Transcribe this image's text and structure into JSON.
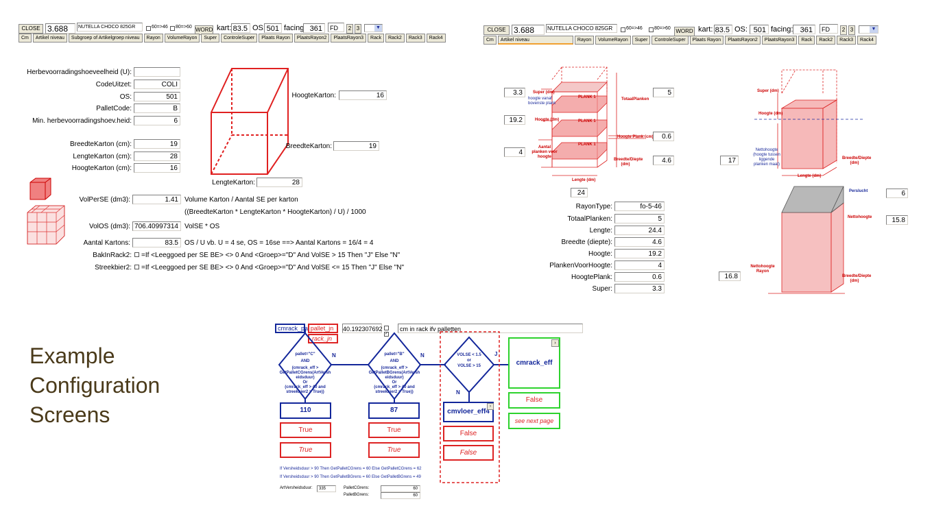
{
  "caption": [
    "Example",
    "Configuration",
    "Screens"
  ],
  "screen1": {
    "toolbar": {
      "close": "CLOSE",
      "value": "3.688",
      "product": "NUTELLA CHOCO 825GR",
      "chk1": "60=>46",
      "chk2": "80=>60",
      "word": "WORD",
      "kart_label": "kart:",
      "kart_value": "83.5",
      "os_label": "OS:",
      "os_value": "501",
      "facing_label": "facing:",
      "facing_value": "361",
      "fd": "FD",
      "n2": "2",
      "n3": "3"
    },
    "tabs": [
      "Cm",
      "Artikel niveau",
      "Subgroep of Artikelgroep niveau",
      "Rayon",
      "VolumeRayon",
      "Super",
      "ControleSuper",
      "Plaats Rayon",
      "PlaatsRayon2",
      "PlaatsRayon3",
      "Rack",
      "Rack2",
      "Rack3",
      "Rack4"
    ],
    "fields": [
      {
        "label": "Herbevoorradingshoeveelheid (U):",
        "value": ""
      },
      {
        "label": "CodeUitzet:",
        "value": "COLI"
      },
      {
        "label": "OS:",
        "value": "501"
      },
      {
        "label": "PalletCode:",
        "value": "B"
      },
      {
        "label": "Min. herbevoorradingshoev.heid:",
        "value": "6"
      },
      {
        "label": "BreedteKarton (cm):",
        "value": "19"
      },
      {
        "label": "LengteKarton (cm):",
        "value": "28"
      },
      {
        "label": "HoogteKarton (cm):",
        "value": "16"
      }
    ],
    "box_labels": {
      "hoogte_label": "HoogteKarton:",
      "hoogte_value": "16",
      "breedte_label": "BreedteKarton:",
      "breedte_value": "19",
      "lengte_label": "LengteKarton:",
      "lengte_value": "28"
    },
    "volperse_label": "VolPerSE (dm3):",
    "volperse_value": "1.41",
    "volperse_desc1": "Volume Karton / Aantal SE per karton",
    "volperse_desc2": "((BreedteKarton * LengteKarton * HoogteKarton) / U) / 1000",
    "volos_label": "VolOS (dm3):",
    "volos_value": "706.40997314",
    "volos_desc": "VolSE * OS",
    "aantal_label": "Aantal Kartons:",
    "aantal_value": "83.5",
    "aantal_desc": "OS / U vb. U = 4 se, OS = 16se ==> Aantal Kartons = 16/4 = 4",
    "bak_label": "BakInRack2:",
    "bak_desc": "=If <Leeggoed per SE BE> <> 0 And <Groep>=\"D\" And VolSE > 15 Then \"J\" Else \"N\"",
    "streek_label": "Streekbier2:",
    "streek_desc": "=If <Leeggoed per SE BE> <> 0 And <Groep>=\"D\" And VolSE <= 15 Then \"J\" Else \"N\""
  },
  "screen2": {
    "toolbar": {
      "close": "CLOSE",
      "value": "3.688",
      "product": "NUTELLA CHOCO 825GR",
      "chk1": "60=>46",
      "chk2": "80=>60",
      "word": "WORD",
      "kart_label": "kart:",
      "kart_value": "83.5",
      "os_label": "OS:",
      "os_value": "501",
      "facing_label": "facing:",
      "facing_value": "361",
      "fd": "FD",
      "n2": "2",
      "n3": "3"
    },
    "tabs": [
      "Cm",
      "Artikel niveau",
      "Rayon",
      "VolumeRayon",
      "Super",
      "ControleSuper",
      "Plaats Rayon",
      "PlaatsRayon2",
      "PlaatsRayon3",
      "Rack",
      "Rack2",
      "Rack3",
      "Rack4"
    ],
    "left_values": [
      "3.3",
      "19.2",
      "4"
    ],
    "right_values": [
      "5",
      "0.6",
      "4.6"
    ],
    "lengte_value": "24",
    "value_17": "17",
    "value_6": "6",
    "value_158": "15.8",
    "value_168": "16.8",
    "diagram_labels": {
      "super": "Super (dm)",
      "super_sub": "hoogte vanaf bovenste plank",
      "hoogte": "Hoogte (dm)",
      "aantal": "Aantal planken voor hoogte",
      "totaal": "TotaalPlanken",
      "hoogteplank": "Hoogte Plank (cm)",
      "breedte": "Breedte/Diepte (dm)",
      "lengte": "Lengte (dm)",
      "plank": "PLANK 1",
      "super2": "Super (dm)",
      "hoogte2": "Hoogte (dm)",
      "netto": "Nettohoogte (hoogte tussen liggende planken maat)",
      "breedte2": "Breedte/Diepte (dm)",
      "lengte2": "Lengte (dm)",
      "perslucht": "Perslucht",
      "nettohoogte": "Nettohoogte",
      "nettorayon": "Nettohoogte Rayon",
      "breedte3": "Breedte/Diepte (dm)"
    },
    "fields": [
      {
        "label": "RayonType:",
        "value": "fo-5-46"
      },
      {
        "label": "TotaalPlanken:",
        "value": "5"
      },
      {
        "label": "Lengte:",
        "value": "24.4"
      },
      {
        "label": "Breedte (diepte):",
        "value": "4.6"
      },
      {
        "label": "Hoogte:",
        "value": "19.2"
      },
      {
        "label": "PlankenVoorHoogte:",
        "value": "4"
      },
      {
        "label": "HoogtePlank:",
        "value": "0.6"
      },
      {
        "label": "Super:",
        "value": "3.3"
      }
    ]
  },
  "screen3": {
    "top": {
      "cmrack": "cmrack_pal",
      "pallet": "pallet_jn",
      "rack": "rack_jn",
      "value": "40.192307692",
      "desc": "cm in rack ifv palletten"
    },
    "diamond1": [
      "pallet=\"C\"",
      "AND",
      "(cmrack_eff >",
      "GetPalletCGrens(ArtVersh",
      "eidsduur)",
      "Or",
      "(cmrack_eff > 40 and",
      "streekbier2 = True))"
    ],
    "diamond2": [
      "pallet=\"B\"",
      "AND",
      "(cmrack_eff >",
      "GetPalletBGrens(ArtVersh",
      "eidsduur)",
      "Or",
      "(cmrack_eff > 40 and",
      "streekbier2 = True))"
    ],
    "diamond3": [
      "VOLSE < 1.5",
      "or",
      "VOLSE > 15"
    ],
    "n1": "N",
    "n2": "N",
    "j": "J",
    "n3": "N",
    "v110": "110",
    "v87": "87",
    "cmvloer": "cmvloer_eff4",
    "true1": "True",
    "true1b": "True",
    "true2": "True",
    "true2b": "True",
    "false1": "False",
    "false1b": "False",
    "cmrack_eff": "cmrack_eff",
    "false_green": "False",
    "see_next": "see next page",
    "formula1": "If Versheidsduur > 90 Then GetPalletCGrens = 60 Else GetPalletCGrens = 62",
    "formula2": "If Versheidsduur > 90 Then GetPalletBGrens = 60 Else GetPalletBGrens = 49",
    "art_label": "ArtVersheidsduur:",
    "art_value": "335",
    "pc_label": "PalletCGrens:",
    "pc_value": "60",
    "pb_label": "PalletBGrens:",
    "pb_value": "60"
  }
}
